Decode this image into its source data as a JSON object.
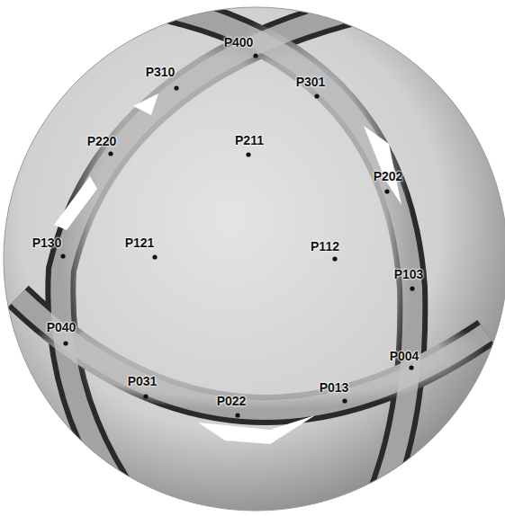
{
  "diagram": {
    "labels": [
      "P400",
      "P310",
      "P301",
      "P220",
      "P211",
      "P202",
      "P130",
      "P121",
      "P112",
      "P103",
      "P040",
      "P004",
      "P031",
      "P022",
      "P013"
    ]
  }
}
